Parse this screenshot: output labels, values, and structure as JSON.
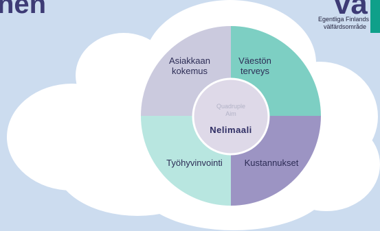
{
  "header": {
    "title_fragment": "nen"
  },
  "logo": {
    "wordmark": "vä",
    "line1": "Egentliga Finlands",
    "line2": "välfärdsområde",
    "colors": {
      "wordmark": "#3d3b75",
      "bar": "#0fa08a"
    }
  },
  "diagram": {
    "center": {
      "subtitle_line1": "Quadruple",
      "subtitle_line2": "Aim",
      "title": "Nelimaali"
    },
    "quadrants": [
      {
        "position": "top-left",
        "line1": "Asiakkaan",
        "line2": "kokemus",
        "color": "#cbcade"
      },
      {
        "position": "top-right",
        "line1": "Väestön",
        "line2": "terveys",
        "color": "#7dcfc3"
      },
      {
        "position": "bottom-left",
        "line1": "Työhyvinvointi",
        "line2": "",
        "color": "#b8e6e0"
      },
      {
        "position": "bottom-right",
        "line1": "Kustannukset",
        "line2": "",
        "color": "#9c94c3"
      }
    ]
  },
  "colors": {
    "background": "#ccdcef",
    "cloud": "#ffffff",
    "center_circle": "#ded9e8"
  }
}
